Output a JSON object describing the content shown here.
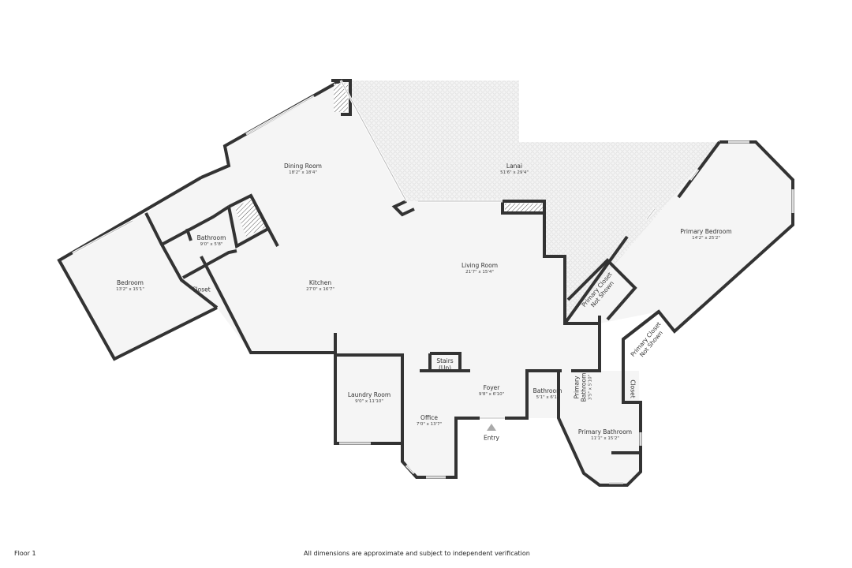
{
  "floor_label": "Floor 1",
  "disclaimer": "All dimensions are approximate and subject to independent verification",
  "colors": {
    "wall": "#333333",
    "floor": "#f5f5f5",
    "lanai_pattern": "#e6e6e6"
  },
  "rooms": {
    "dining": {
      "name": "Dining Room",
      "dim": "18'2\" x 18'4\""
    },
    "lanai": {
      "name": "Lanai",
      "dim": "51'6\" x 29'4\""
    },
    "primary_bedroom": {
      "name": "Primary Bedroom",
      "dim": "14'2\" x 25'2\""
    },
    "bathroom1": {
      "name": "Bathroom",
      "dim": "9'0\" x 5'8\""
    },
    "bedroom": {
      "name": "Bedroom",
      "dim": "13'2\" x 15'1\""
    },
    "closet1": {
      "name": "Closet"
    },
    "kitchen": {
      "name": "Kitchen",
      "dim": "27'0\" x 16'7\""
    },
    "living": {
      "name": "Living Room",
      "dim": "21'7\" x 15'4\""
    },
    "primary_closet1": {
      "name": "Primary Closet",
      "note": "Not Shown"
    },
    "primary_closet2": {
      "name": "Primary Closet",
      "note": "Not Shown"
    },
    "stairs": {
      "name": "Stairs",
      "note": "(Up)"
    },
    "laundry": {
      "name": "Laundry Room",
      "dim": "9'0\" x 11'10\""
    },
    "foyer": {
      "name": "Foyer",
      "dim": "9'8\" x 6'10\""
    },
    "bathroom2": {
      "name": "Bathroom",
      "dim": "5'1\" x 6'1\""
    },
    "primary_bath_small": {
      "name": "Primary Bathroom",
      "dim": "3'5\" x 5'10\""
    },
    "closet2": {
      "name": "Closet"
    },
    "office": {
      "name": "Office",
      "dim": "7'0\" x 13'7\""
    },
    "primary_bathroom": {
      "name": "Primary Bathroom",
      "dim": "11'1\" x 15'2\""
    },
    "entry": {
      "name": "Entry"
    }
  }
}
